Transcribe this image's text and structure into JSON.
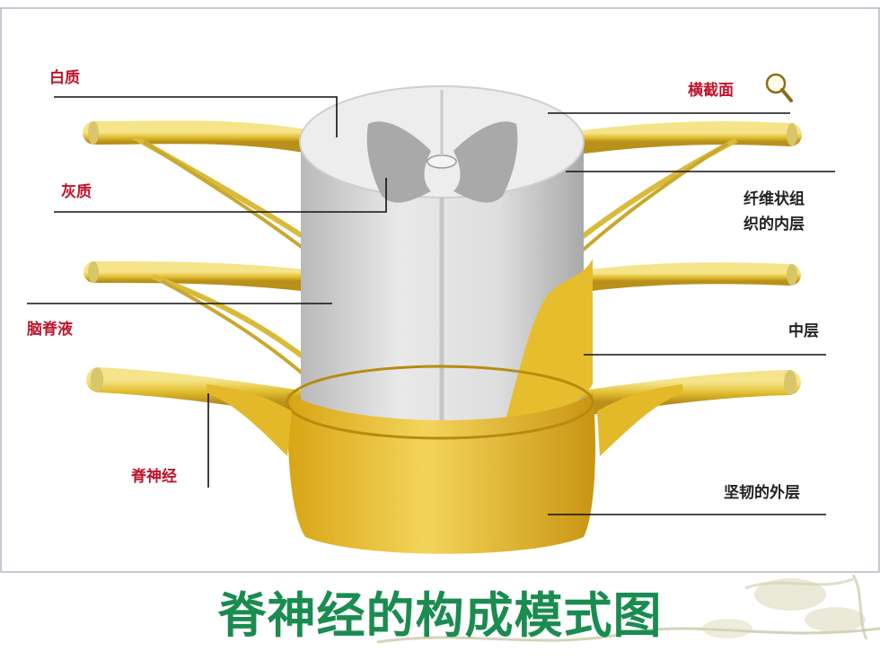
{
  "title": "脊神经的构成模式图",
  "colors": {
    "label_red": "#c0142c",
    "label_dark": "#222222",
    "title_green": "#1a8c50",
    "nerve_yellow": "#e8c83a",
    "cord_grey": "#dcdcdc"
  },
  "labels_left": {
    "white_matter": "白质",
    "gray_matter": "灰质",
    "csf": "脑脊液",
    "spinal_nerve": "脊神经"
  },
  "labels_right": {
    "cross_section": "横截面",
    "inner_layer_1": "纤维状组",
    "inner_layer_2": "织的内层",
    "middle_layer": "中层",
    "outer_layer": "坚韧的外层"
  },
  "icons": {
    "magnifier": "magnifier-icon"
  }
}
